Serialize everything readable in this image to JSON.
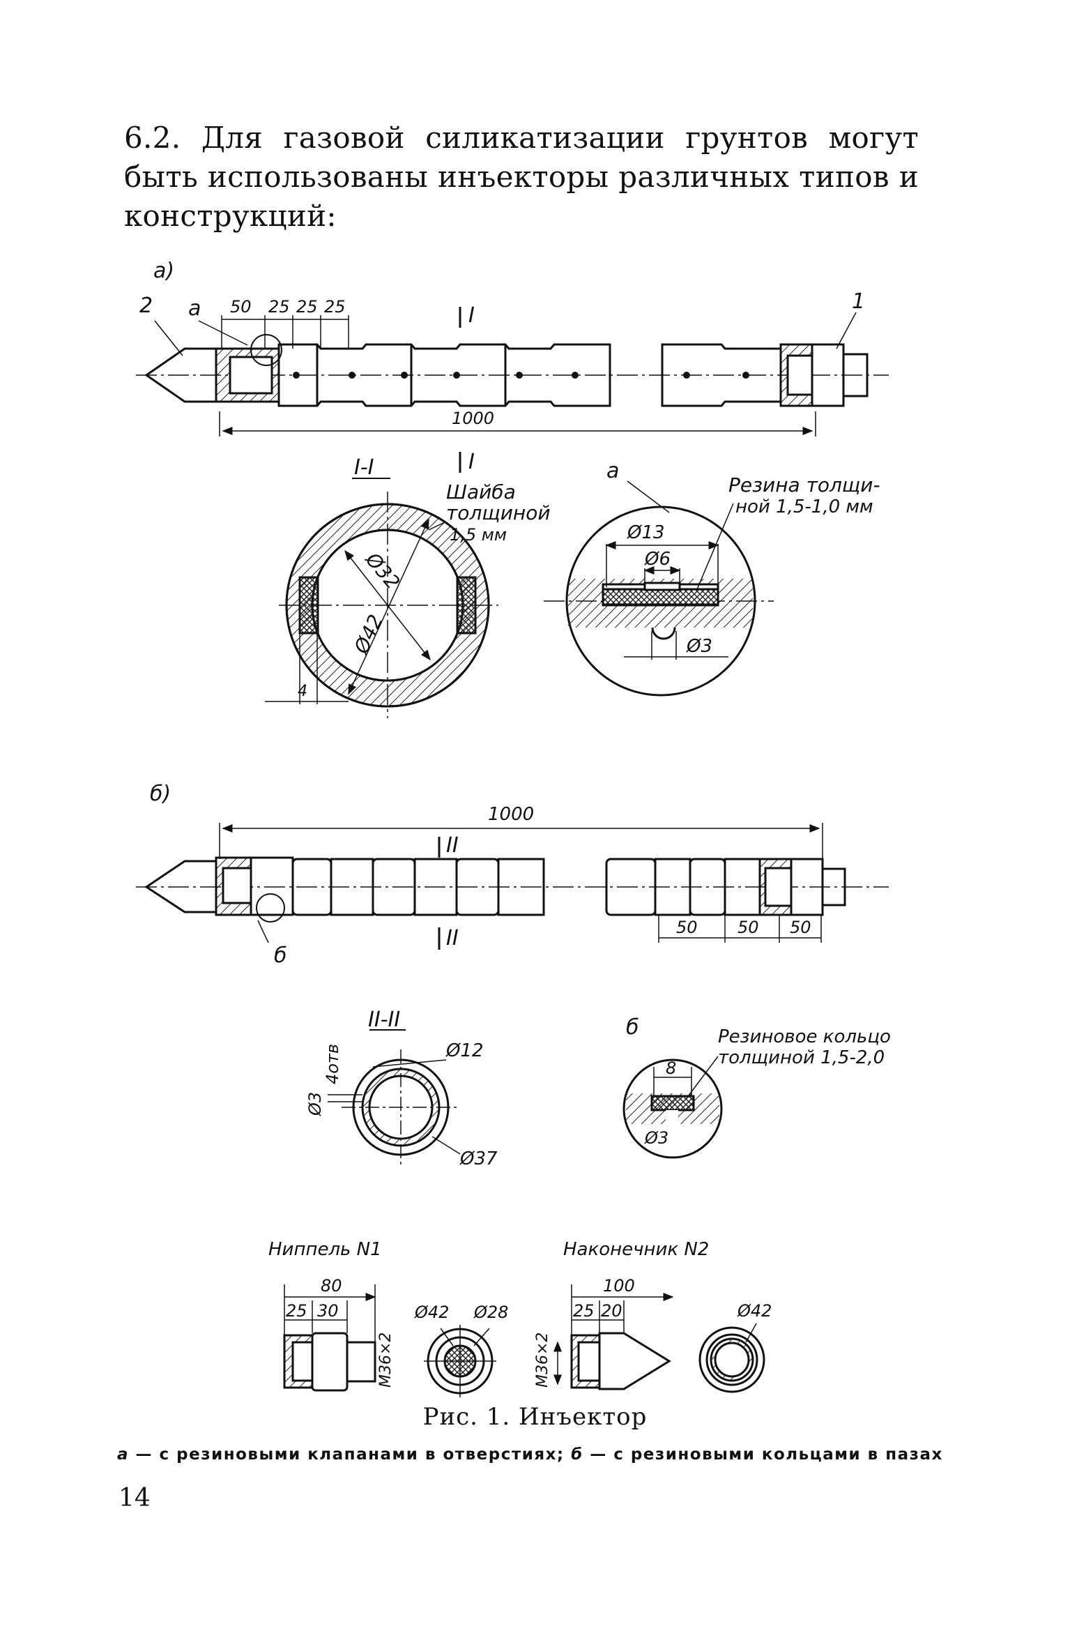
{
  "text": {
    "paragraph": "6.2. Для газовой силикатизации грунтов могут быть использованы инъекторы различных типов и конструкций:",
    "caption": "Рис. 1. Инъектор",
    "caption_desc_a": "а",
    "caption_desc_a_text": " — с резиновыми клапанами в отверстиях; ",
    "caption_desc_b": "б",
    "caption_desc_b_text": " — с резиновыми кольцами в пазах",
    "page_number": "14"
  },
  "drawing": {
    "a": {
      "label": "а)",
      "callout_2": "2",
      "callout_a": "а",
      "dims_top": [
        "50",
        "25",
        "25",
        "25"
      ],
      "callout_1": "1",
      "section_mark": "I",
      "length": "1000",
      "section_title": "I-I",
      "washer_note": [
        "Шайба",
        "толщиной",
        "1,5 мм"
      ],
      "d_inner": "Ø32",
      "d_outer": "Ø42",
      "dim_4": "4",
      "detail_label": "а",
      "rubber_note": [
        "Резина толщи-",
        "ной 1,5-1,0 мм"
      ],
      "d13": "Ø13",
      "d6": "Ø6",
      "d3": "Ø3"
    },
    "b": {
      "label": "б)",
      "length": "1000",
      "section_mark": "II",
      "callout_b": "б",
      "dims_bottom": [
        "50",
        "50",
        "50"
      ],
      "section_title": "II-II",
      "holes": "4отв",
      "d3": "Ø3",
      "d12": "Ø12",
      "d37": "Ø37",
      "detail_label": "б",
      "ring_note": [
        "Резиновое кольцо",
        "толщиной 1,5-2,0"
      ],
      "d8": "8"
    },
    "nipple": {
      "title": "Ниппель N1",
      "len": "80",
      "d25": "25",
      "d30": "30",
      "thread": "М36×2",
      "d42": "Ø42",
      "d28": "Ø28"
    },
    "tip": {
      "title": "Наконечник N2",
      "len": "100",
      "d25": "25",
      "d20": "20",
      "thread": "М36×2",
      "d42": "Ø42"
    }
  }
}
